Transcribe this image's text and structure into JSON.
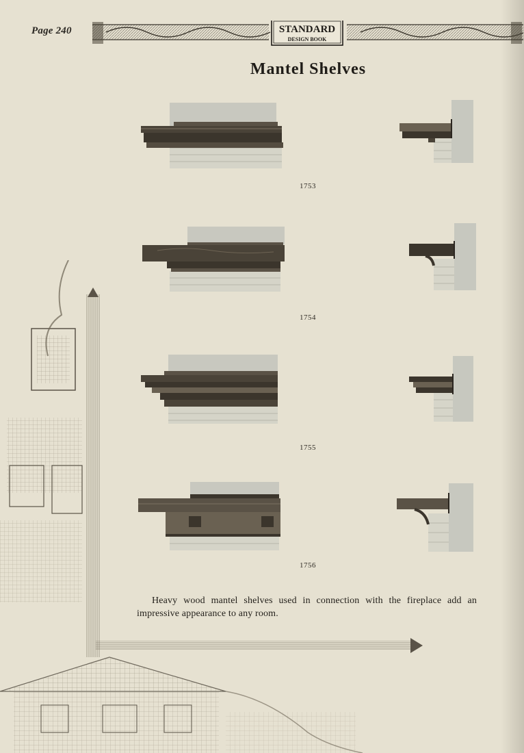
{
  "header": {
    "page_label": "Page 240",
    "logo_text_top": "STANDARD",
    "logo_text_bottom": "DESIGN BOOK"
  },
  "title": "Mantel Shelves",
  "items": [
    {
      "number": "1753"
    },
    {
      "number": "1754"
    },
    {
      "number": "1755"
    },
    {
      "number": "1756"
    }
  ],
  "caption": "Heavy wood mantel shelves used in connection with the fireplace add an impressive appearance to any room.",
  "colors": {
    "paper": "#e6e1d1",
    "ink": "#2a2620",
    "wood_dark": "#3b352c",
    "wood_mid": "#5a5246",
    "brick": "#c9c7b9",
    "wall": "#c7c8bf"
  }
}
